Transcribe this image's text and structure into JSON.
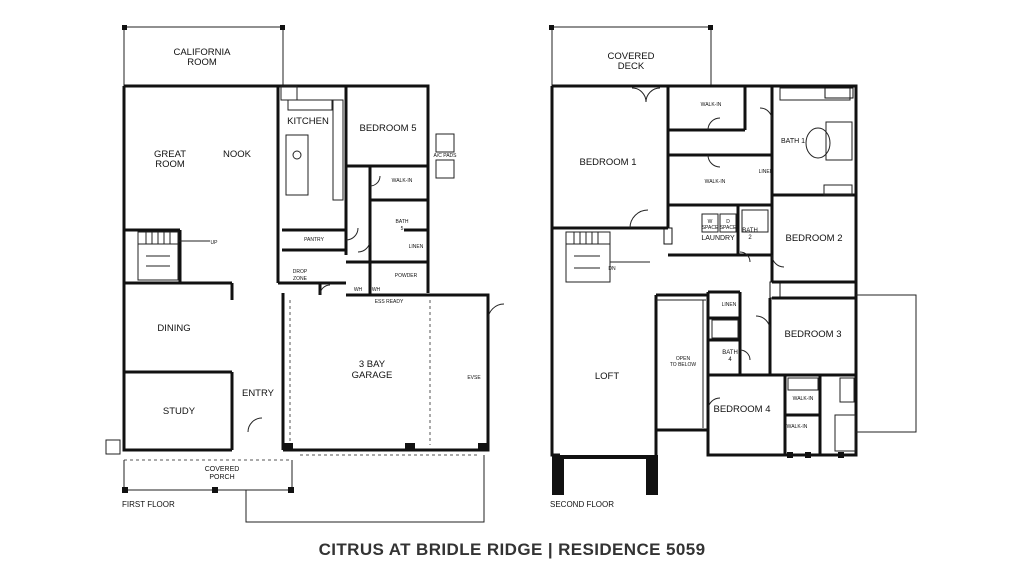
{
  "title": "CITRUS AT BRIDLE RIDGE | RESIDENCE  5059",
  "first_floor": {
    "label": "FIRST FLOOR",
    "rooms": {
      "california_room": [
        "CALIFORNIA",
        "ROOM"
      ],
      "great_room": [
        "GREAT",
        "ROOM"
      ],
      "nook": "NOOK",
      "kitchen": "KITCHEN",
      "bedroom5": "BEDROOM 5",
      "walkin": "WALK-IN",
      "bath5": [
        "BATH",
        "5"
      ],
      "linen": "LINEN",
      "pantry": "PANTRY",
      "drop_zone": [
        "DROP",
        "ZONE"
      ],
      "powder": "POWDER",
      "dining": "DINING",
      "study": "STUDY",
      "entry": "ENTRY",
      "garage": [
        "3 BAY",
        "GARAGE"
      ],
      "covered_porch": [
        "COVERED",
        "PORCH"
      ]
    },
    "small": {
      "up": "UP",
      "ac_pads": "A/C PADS",
      "ess_ready": "ESS READY",
      "evse": "EVSE",
      "wh1": "WH",
      "wh2": "WH"
    }
  },
  "second_floor": {
    "label": "SECOND FLOOR",
    "rooms": {
      "covered_deck": [
        "COVERED",
        "DECK"
      ],
      "bedroom1": "BEDROOM 1",
      "walkin1": "WALK-IN",
      "walkin2": "WALK-IN",
      "bath1": "BATH 1",
      "linen_top": "LINEN",
      "laundry": "LAUNDRY",
      "bath2": [
        "BATH",
        "2"
      ],
      "bedroom2": "BEDROOM 2",
      "loft": "LOFT",
      "open_below": [
        "OPEN",
        "TO BELOW"
      ],
      "linen_mid": "LINEN",
      "bath4": [
        "BATH",
        "4"
      ],
      "bedroom3": "BEDROOM 3",
      "walkin3": "WALK-IN",
      "walkin4": "WALK-IN",
      "bedroom4": "BEDROOM 4"
    },
    "small": {
      "dn": "DN",
      "w_space": [
        "W",
        "SPACE"
      ],
      "d_space": [
        "D",
        "SPACE"
      ]
    }
  }
}
